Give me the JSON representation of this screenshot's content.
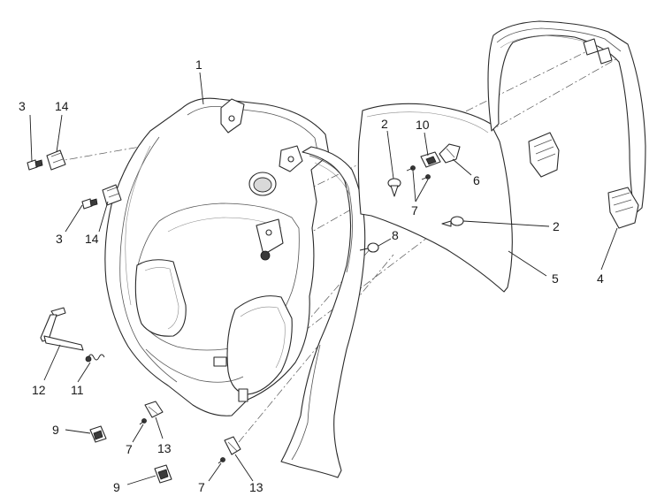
{
  "callouts": {
    "c1": "1",
    "c2a": "2",
    "c2b": "2",
    "c3a": "3",
    "c3b": "3",
    "c4": "4",
    "c5": "5",
    "c6": "6",
    "c7a": "7",
    "c7b": "7",
    "c7c": "7",
    "c8": "8",
    "c9a": "9",
    "c9b": "9",
    "c10": "10",
    "c11": "11",
    "c12": "12",
    "c13a": "13",
    "c13b": "13",
    "c14a": "14",
    "c14b": "14"
  }
}
